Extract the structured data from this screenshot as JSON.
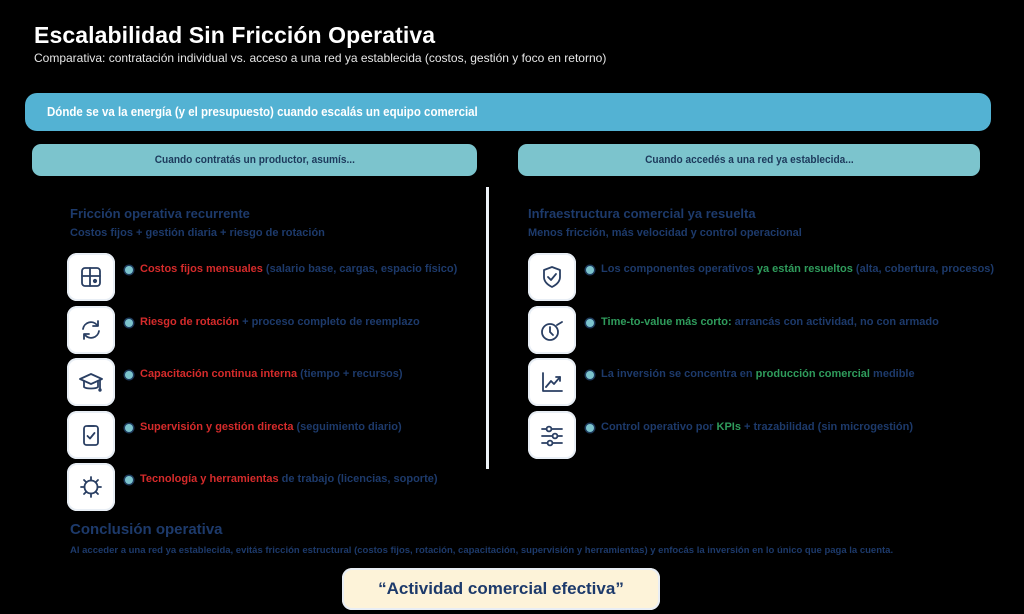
{
  "header": {
    "title": "Escalabilidad Sin Fricción Operativa",
    "subtitle": "Comparativa: contratación individual vs. acceso a una red ya establecida (costos, gestión y foco en retorno)"
  },
  "banner": {
    "text": "Dónde se va la energía (y el presupuesto) cuando escalás un equipo comercial"
  },
  "colors": {
    "banner": "#53b2d3",
    "subheader": "#7cc4cd",
    "navy": "#1d3a6b",
    "red": "#d52b2b",
    "green": "#2f9c5c",
    "quote_bg": "#fdf3d9"
  },
  "left": {
    "subheader": "Cuando contratás un productor, asumís...",
    "heading": "Fricción operativa recurrente",
    "subheading": "Costos fijos + gestión diaria + riesgo de rotación",
    "items": [
      {
        "icon": "layout-grid-icon",
        "highlight": "Costos fijos mensuales",
        "rest": " (salario base, cargas, espacio físico)"
      },
      {
        "icon": "refresh-cycle-icon",
        "highlight": "Riesgo de rotación",
        "rest": " + proceso completo de reemplazo"
      },
      {
        "icon": "graduation-cap-icon",
        "highlight": "Capacitación continua interna",
        "rest": " (tiempo + recursos)"
      },
      {
        "icon": "clipboard-check-icon",
        "highlight": "Supervisión y gestión directa",
        "rest": " (seguimiento diario)"
      },
      {
        "icon": "gear-icon",
        "highlight": "Tecnología y herramientas",
        "rest": " de trabajo (licencias, soporte)"
      }
    ]
  },
  "right": {
    "subheader": "Cuando accedés a una red ya establecida...",
    "heading": "Infraestructura comercial ya resuelta",
    "subheading": "Menos fricción, más velocidad y control operacional",
    "items": [
      {
        "icon": "shield-check-icon",
        "pre": "Los componentes operativos ",
        "highlight": "ya están resueltos",
        "rest": " (alta, cobertura, procesos)"
      },
      {
        "icon": "clock-icon",
        "pre": "",
        "highlight": "Time-to-value más corto:",
        "rest": " arrancás con actividad, no con armado"
      },
      {
        "icon": "trend-chart-icon",
        "pre": "La inversión se concentra en ",
        "highlight": "producción comercial",
        "rest": " medible"
      },
      {
        "icon": "sliders-icon",
        "pre": "Control operativo por ",
        "highlight": "KPIs",
        "rest": " + trazabilidad (sin microgestión)"
      }
    ]
  },
  "conclusion": {
    "heading": "Conclusión operativa",
    "body": "Al acceder a una red ya establecida, evitás fricción estructural (costos fijos, rotación, capacitación, supervisión y herramientas) y enfocás la inversión en lo único que paga la cuenta."
  },
  "quote": {
    "text": "“Actividad comercial efectiva”"
  }
}
